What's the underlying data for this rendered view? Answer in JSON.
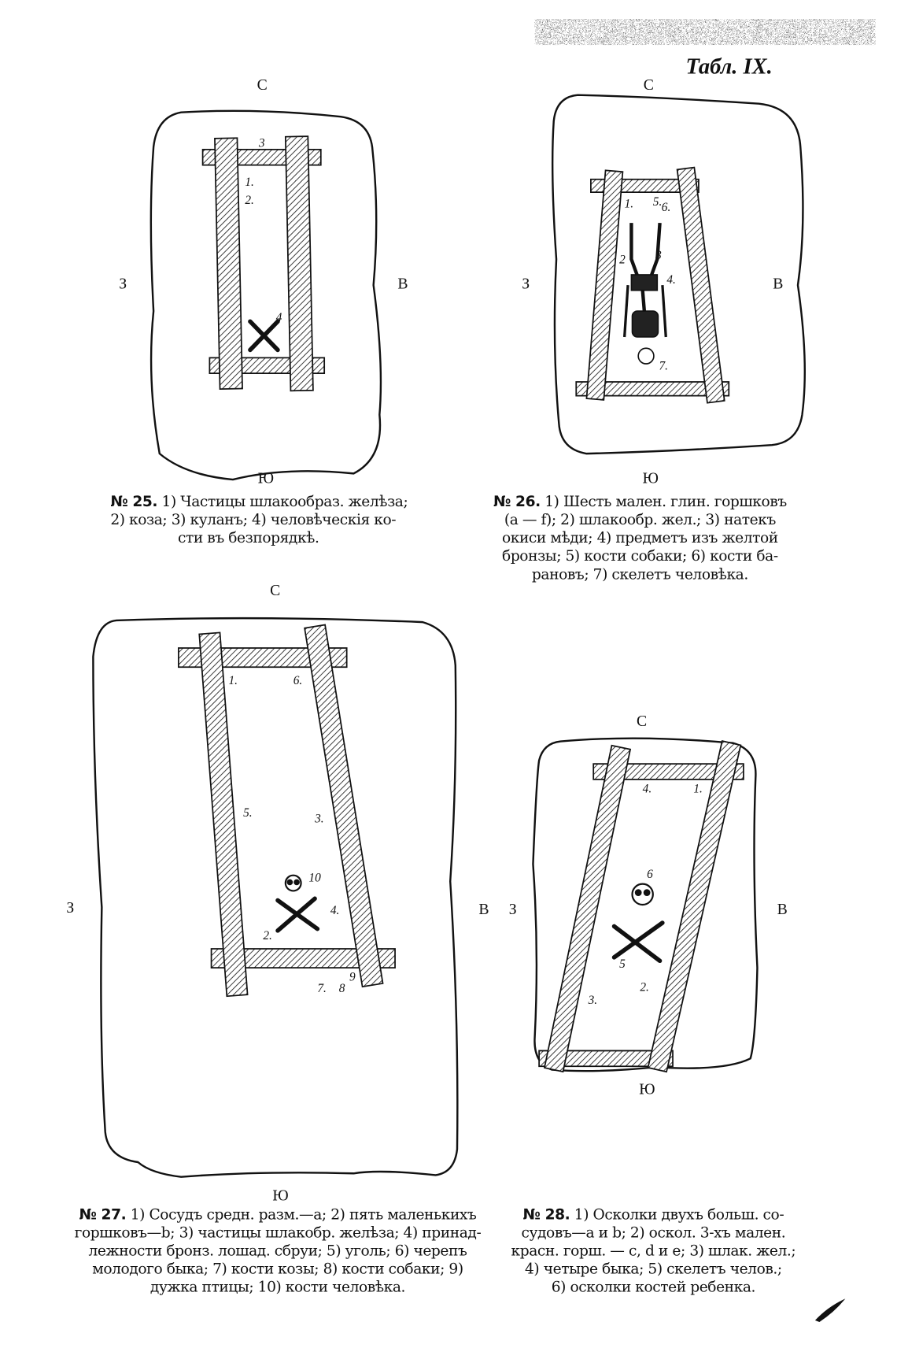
{
  "header": {
    "plate_title": "Табл. IX."
  },
  "compass": {
    "north": "С",
    "south": "Ю",
    "west": "З",
    "east": "В"
  },
  "figures": [
    {
      "number": "№ 25.",
      "labels": [
        "3",
        "1.",
        "2.",
        "4"
      ],
      "caption_lines": [
        "1) Частицы шлакообраз. желѣза;",
        "2) коза; 3) куланъ; 4) человѣческія ко-",
        "сти въ безпорядкѣ."
      ]
    },
    {
      "number": "№ 26.",
      "labels": [
        "1.",
        "5.",
        "6.",
        "2",
        "3",
        "4.",
        "7."
      ],
      "caption_lines": [
        "1) Шесть мален. глин. горшковъ",
        "(a — f); 2) шлакообр. жел.; 3) натекъ",
        "окиси мѣди; 4) предметъ изъ желтой",
        "бронзы; 5) кости собаки; 6) кости ба-",
        "рановъ; 7) скелетъ человѣка."
      ]
    },
    {
      "number": "№ 27.",
      "labels": [
        "1.",
        "6.",
        "5.",
        "3.",
        "10",
        "4.",
        "2.",
        "7.",
        "8",
        "9"
      ],
      "caption_lines": [
        "1) Сосудъ средн. разм.—a; 2) пять маленькихъ",
        "горшковъ—b; 3) частицы шлакобр. желѣза; 4) принад-",
        "лежности бронз. лошад. сбруи; 5) уголь; 6) черепъ",
        "молодого быка; 7) кости козы; 8) кости собаки; 9)",
        "дужка птицы; 10) кости человѣка."
      ]
    },
    {
      "number": "№ 28.",
      "labels": [
        "4.",
        "1.",
        "6",
        "5",
        "3.",
        "2."
      ],
      "caption_lines": [
        "1) Осколки двухъ больш. со-",
        "судовъ—a и b; 2) оскол. 3-хъ мален.",
        "красн. горш. — c, d и e; 3) шлак. жел.;",
        "4) четыре быка; 5) скелетъ челов.;",
        "6) осколки костей ребенка."
      ]
    }
  ],
  "colors": {
    "ink": "#111111",
    "paper": "#ffffff"
  }
}
